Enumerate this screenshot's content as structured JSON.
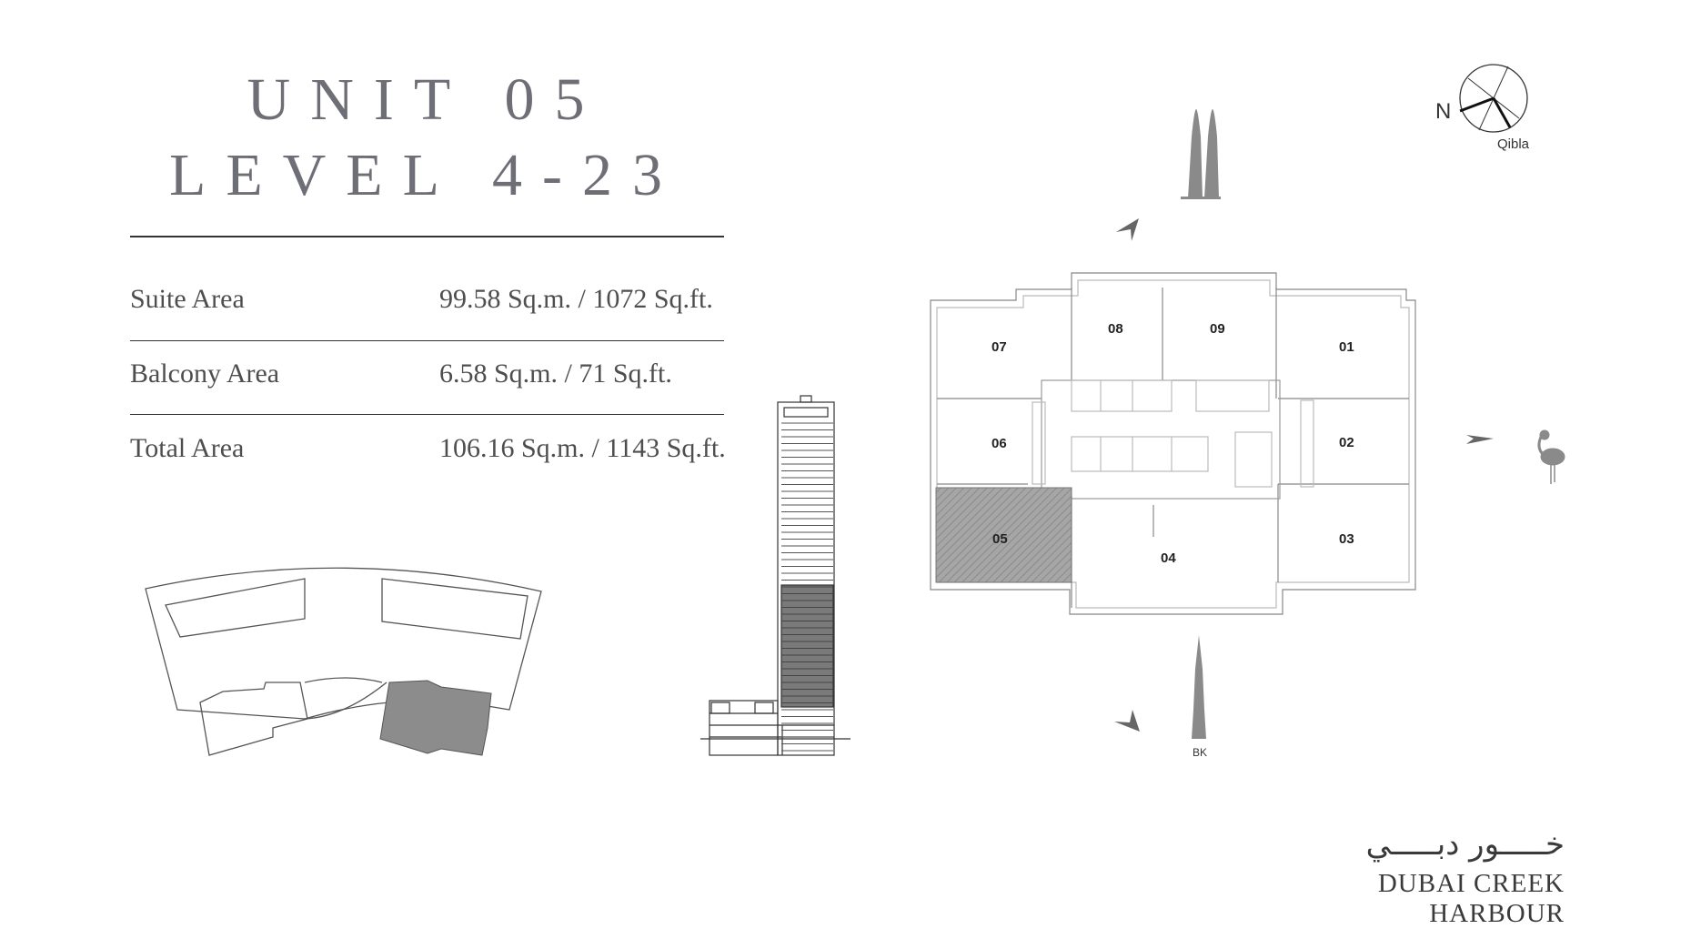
{
  "title": {
    "line1": "UNIT 05",
    "line2": "LEVEL 4-23"
  },
  "areas": [
    {
      "label": "Suite Area",
      "value": "99.58 Sq.m. / 1072 Sq.ft."
    },
    {
      "label": "Balcony Area",
      "value": "6.58 Sq.m. / 71 Sq.ft."
    },
    {
      "label": "Total Area",
      "value": "106.16 Sq.m. / 1143 Sq.ft."
    }
  ],
  "compass": {
    "north_label": "N",
    "qibla_label": "Qibla"
  },
  "floorplan": {
    "units": [
      "07",
      "08",
      "09",
      "01",
      "06",
      "02",
      "05",
      "04",
      "03"
    ],
    "highlighted_unit": "05",
    "landmark_label": "BK"
  },
  "brand": {
    "arabic": "خـــــور دبـــــي",
    "english": "DUBAI CREEK HARBOUR"
  },
  "colors": {
    "highlight": "#8c8c8c",
    "line": "#555555",
    "title": "#6e6e76"
  }
}
